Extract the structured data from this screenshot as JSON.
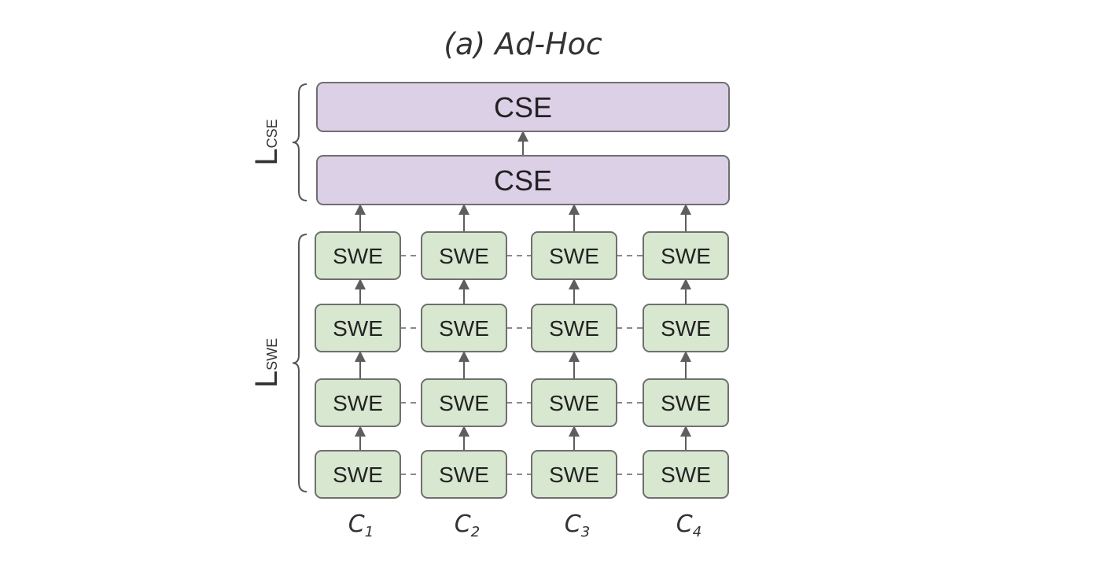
{
  "title": "(a) Ad-Hoc",
  "colors": {
    "cse_fill": "#dcd0e6",
    "swe_fill": "#d8e7d0",
    "box_stroke": "#6f6f6f",
    "arrow": "#5e5e5e",
    "dash": "#8a8a8a",
    "text": "#222222"
  },
  "brackets": [
    {
      "main": "L",
      "sub": "CSE",
      "spans": "cse_layers"
    },
    {
      "main": "L",
      "sub": "SWE",
      "spans": "swe_layers"
    }
  ],
  "cse_layers": [
    "CSE",
    "CSE"
  ],
  "swe_rows": 4,
  "swe_label": "SWE",
  "columns": [
    {
      "main": "C",
      "sub": "1"
    },
    {
      "main": "C",
      "sub": "2"
    },
    {
      "main": "C",
      "sub": "3"
    },
    {
      "main": "C",
      "sub": "4"
    }
  ]
}
